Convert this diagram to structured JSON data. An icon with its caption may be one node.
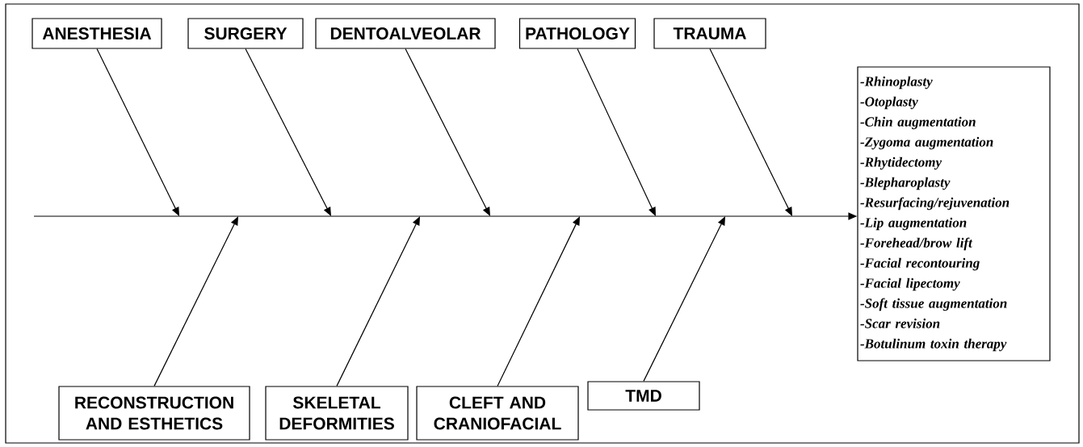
{
  "diagram": {
    "nodes": [
      {
        "text": [
          "ANESTHESIA"
        ]
      },
      {
        "text": [
          "SURGERY"
        ]
      },
      {
        "text": [
          "DENTOALVEOLAR"
        ]
      },
      {
        "text": [
          "PATHOLOGY"
        ]
      },
      {
        "text": [
          "TRAUMA"
        ]
      },
      {
        "text": [
          "RECONSTRUCTION AND ESTHETICS"
        ]
      },
      {
        "text": [
          "SKELETAL DEFORMITIES"
        ]
      },
      {
        "text": [
          "CLEFT AND CRANIOFACIAL"
        ]
      },
      {
        "text": [
          "TMD"
        ]
      },
      {
        "text": [
          "-Rhinoplasty",
          "-Otoplasty",
          "-Chin augmentation",
          "-Zygoma augmentation",
          "-Rhytidectomy",
          "-Blepharoplasty",
          "-Resurfacing/rejuvenation",
          "-Lip augmentation",
          "-Forehead/brow lift",
          "-Facial recontouring",
          "-Facial lipectomy",
          "-Soft tissue augmentation",
          "-Scar revision",
          "-Botulinum toxin therapy"
        ]
      }
    ],
    "edges": [
      {
        "from": 0,
        "to": null,
        "arrow": "to"
      },
      {
        "from": 1,
        "to": null,
        "arrow": "to"
      },
      {
        "from": 2,
        "to": null,
        "arrow": "to"
      },
      {
        "from": 3,
        "to": null,
        "arrow": "to"
      },
      {
        "from": 4,
        "to": null,
        "arrow": "to"
      },
      {
        "from": 5,
        "to": null,
        "arrow": "to"
      },
      {
        "from": 6,
        "to": null,
        "arrow": "to"
      },
      {
        "from": 7,
        "to": null,
        "arrow": "to"
      },
      {
        "from": 8,
        "to": null,
        "arrow": "to"
      },
      {
        "from": null,
        "to": 9,
        "arrow": "to"
      }
    ]
  }
}
